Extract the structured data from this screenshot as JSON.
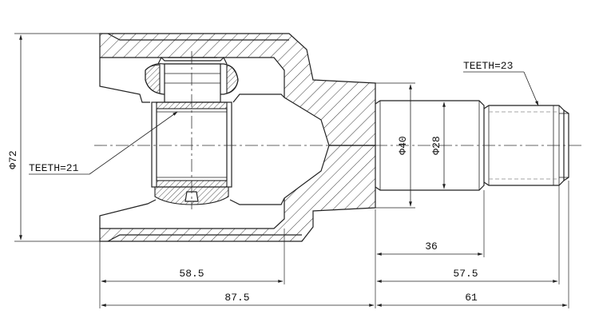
{
  "labels": {
    "teeth_outer": "TEETH=23",
    "teeth_inner": "TEETH=21"
  },
  "dimensions": {
    "outer_diameter": "Φ72",
    "shaft_diameter": "Φ40",
    "spline_diameter": "Φ28",
    "inner_length": "58.5",
    "body_length": "87.5",
    "shaft_journal": "36",
    "shaft_spline_length": "57.5",
    "shaft_total": "61"
  },
  "colors": {
    "line": "#222222",
    "background": "#ffffff"
  }
}
